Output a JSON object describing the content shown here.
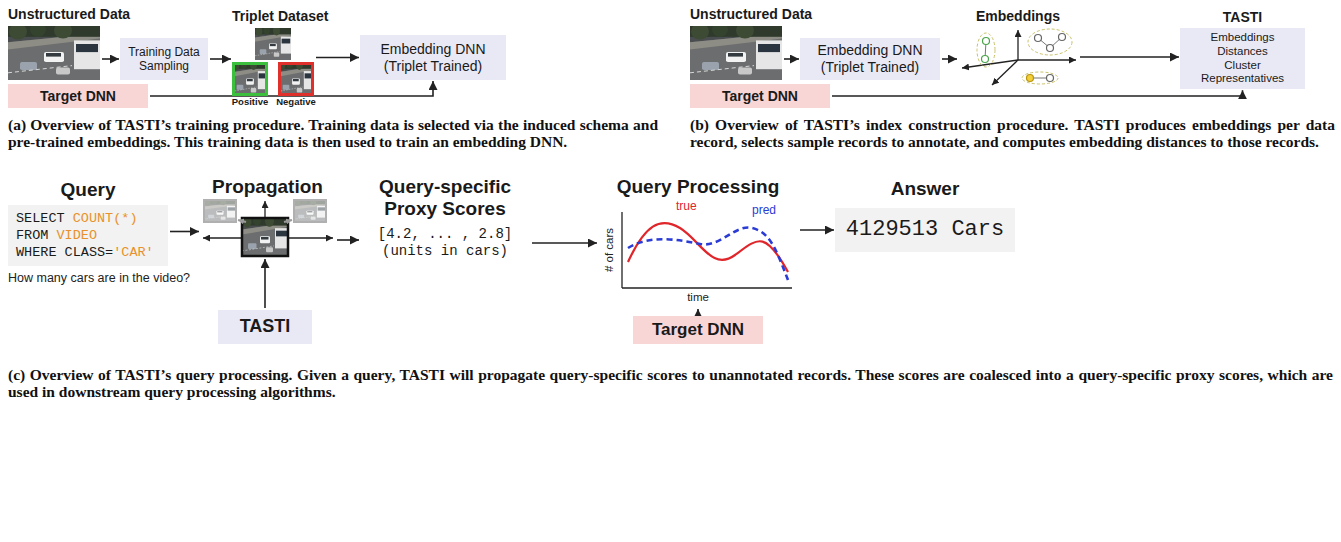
{
  "diagram": {
    "nodes": [
      {
        "text": [
          "Unstructured Data"
        ]
      },
      {
        "text": [
          "Training Data Sampling"
        ]
      },
      {
        "text": [
          "Triplet Dataset"
        ]
      },
      {
        "text": [
          "Positive"
        ],
        "in": 2
      },
      {
        "text": [
          "Negative"
        ],
        "in": 2
      },
      {
        "text": [
          "Embedding DNN (Triplet Trained)"
        ]
      },
      {
        "text": [
          "Target DNN"
        ]
      },
      {
        "text": [
          "Unstructured Data"
        ]
      },
      {
        "text": [
          "Embedding DNN (Triplet Trained)"
        ]
      },
      {
        "text": [
          "Embeddings"
        ]
      },
      {
        "text": [
          "TASTI",
          "Embeddings",
          "Distances",
          "Cluster Representatives"
        ]
      },
      {
        "text": [
          "Target DNN"
        ]
      },
      {
        "text": [
          "Query",
          "SELECT",
          "COUNT(*)",
          "FROM",
          "VIDEO",
          "WHERE CLASS=",
          "'CAR'"
        ]
      },
      {
        "text": [
          "Propagation"
        ]
      },
      {
        "text": [
          "TASTI"
        ]
      },
      {
        "text": [
          "Query-specific Proxy Scores",
          "[4.2, ... , 2.8]",
          "(units in cars)"
        ]
      },
      {
        "text": [
          "Query Processing"
        ]
      },
      {
        "text": [
          "Target DNN"
        ]
      },
      {
        "text": [
          "Answer",
          "4129513 Cars"
        ]
      }
    ],
    "edges": [
      {
        "from": 0,
        "to": 1,
        "arrow": "to"
      },
      {
        "from": 1,
        "to": 2,
        "arrow": "to"
      },
      {
        "from": 2,
        "to": 5,
        "arrow": "to"
      },
      {
        "from": 6,
        "to": 5,
        "arrow": "to"
      },
      {
        "from": 7,
        "to": 8,
        "arrow": "to"
      },
      {
        "from": 8,
        "to": 9,
        "arrow": "to"
      },
      {
        "from": 9,
        "to": 10,
        "arrow": "to"
      },
      {
        "from": 11,
        "to": 10,
        "arrow": "to"
      },
      {
        "from": 12,
        "to": 13,
        "arrow": "to"
      },
      {
        "from": 13,
        "to": 15,
        "arrow": "to"
      },
      {
        "from": 14,
        "to": 13,
        "arrow": "to"
      },
      {
        "from": 15,
        "to": 16,
        "arrow": "to"
      },
      {
        "from": 16,
        "to": 18,
        "arrow": "to"
      },
      {
        "from": 17,
        "to": 16,
        "arrow": "to"
      }
    ],
    "labels": [
      "(a) Overview of TASTI’s training procedure. Training data is selected via the induced schema and pre-trained embeddings. This training data is then used to train an embedding DNN.",
      "(b) Overview of TASTI’s index construction procedure. TASTI produces embeddings per data record, selects sample records to annotate, and computes embedding distances to those records.",
      "(c) Overview of TASTI’s query processing. Given a query, TASTI will propagate query-specific scores to unannotated records. These scores are coalesced into a query-specific proxy scores, which are used in downstream query processing algorithms.",
      "How many cars are in the video?",
      "true",
      "pred",
      "# of cars",
      "time"
    ]
  }
}
